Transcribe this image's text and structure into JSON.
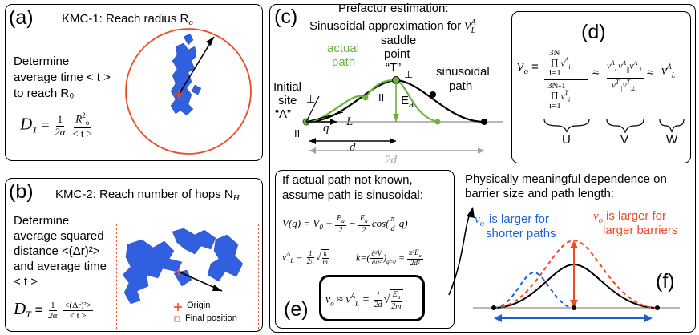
{
  "panel_a": {
    "label": "(a)",
    "title": "KMC-1: Reach radius R",
    "title_sub": "o",
    "desc": [
      "Determine",
      "average time < t >",
      "to reach R₀"
    ],
    "formula": {
      "lhs": "D",
      "lhs_sub": "T",
      "eq": "=",
      "f1_num": "1",
      "f1_den": "2α",
      "f2_num": "R",
      "f2_sup": "2",
      "f2_sub": "o",
      "f2_den": "< t >"
    }
  },
  "panel_b": {
    "label": "(b)",
    "title": "KMC-2: Reach number of hops N",
    "title_sub": "H",
    "desc": [
      "Determine",
      "average squared",
      "distance <(Δr)²>",
      "and average time",
      "< t >"
    ],
    "formula": {
      "lhs": "D",
      "lhs_sub": "T",
      "eq": "=",
      "f1_num": "1",
      "f1_den": "2α",
      "f2_num": "<(Δr)²>",
      "f2_den": "< t >"
    },
    "legend": {
      "origin": "Origin",
      "final": "Final position"
    }
  },
  "panel_c": {
    "label": "(c)",
    "title_line1": "Prefactor estimation:",
    "title_line2": "Sinusoidal approximation for",
    "title_sym": "ν",
    "title_sym_sup": "A",
    "title_sym_sub": "L",
    "saddle": [
      "saddle",
      "point",
      "“T”"
    ],
    "actual_path": [
      "actual",
      "path"
    ],
    "sinusoidal_path": [
      "sinusoidal",
      "path"
    ],
    "initial_site": [
      "Initial",
      "site",
      "“A”"
    ],
    "perp": "⊥",
    "par": "II",
    "q": "q",
    "L": "L",
    "Ea": "E",
    "Ea_sub": "a",
    "d": "d",
    "two_d": "2d"
  },
  "panel_d": {
    "label": "(d)",
    "nu": "ν",
    "nu_sub": "o",
    "eq": "=",
    "prod_top_upper": "3N",
    "prod_top_lower": "i=1",
    "prod_bot_upper": "3N-1",
    "prod_bot_lower": "i=1",
    "approx": "≈",
    "U": "U",
    "V": "V",
    "W": "W"
  },
  "panel_e": {
    "label": "(e)",
    "intro": [
      "If actual path not known,",
      "assume path is sinusoidal:"
    ],
    "eq1": "V(q) = V₀ + Ea/2 − Ea/2 cos(π/d q)",
    "eq3": "ν₀ ≈ ν_L^A = 1/(2d) √(Ea/2m)"
  },
  "panel_f": {
    "label": "(f)",
    "heading": [
      "Physically meaningful dependence on",
      "barrier size and path length:"
    ],
    "blue_text": [
      "is larger for",
      "shorter paths"
    ],
    "red_text": [
      "is larger for",
      "larger barriers"
    ],
    "nu_sym": "ν",
    "nu_sub": "o"
  },
  "colors": {
    "green": "#6bb33c",
    "blue": "#1a5fd6",
    "red": "#f04a23",
    "grey": "#a0a0a0"
  }
}
